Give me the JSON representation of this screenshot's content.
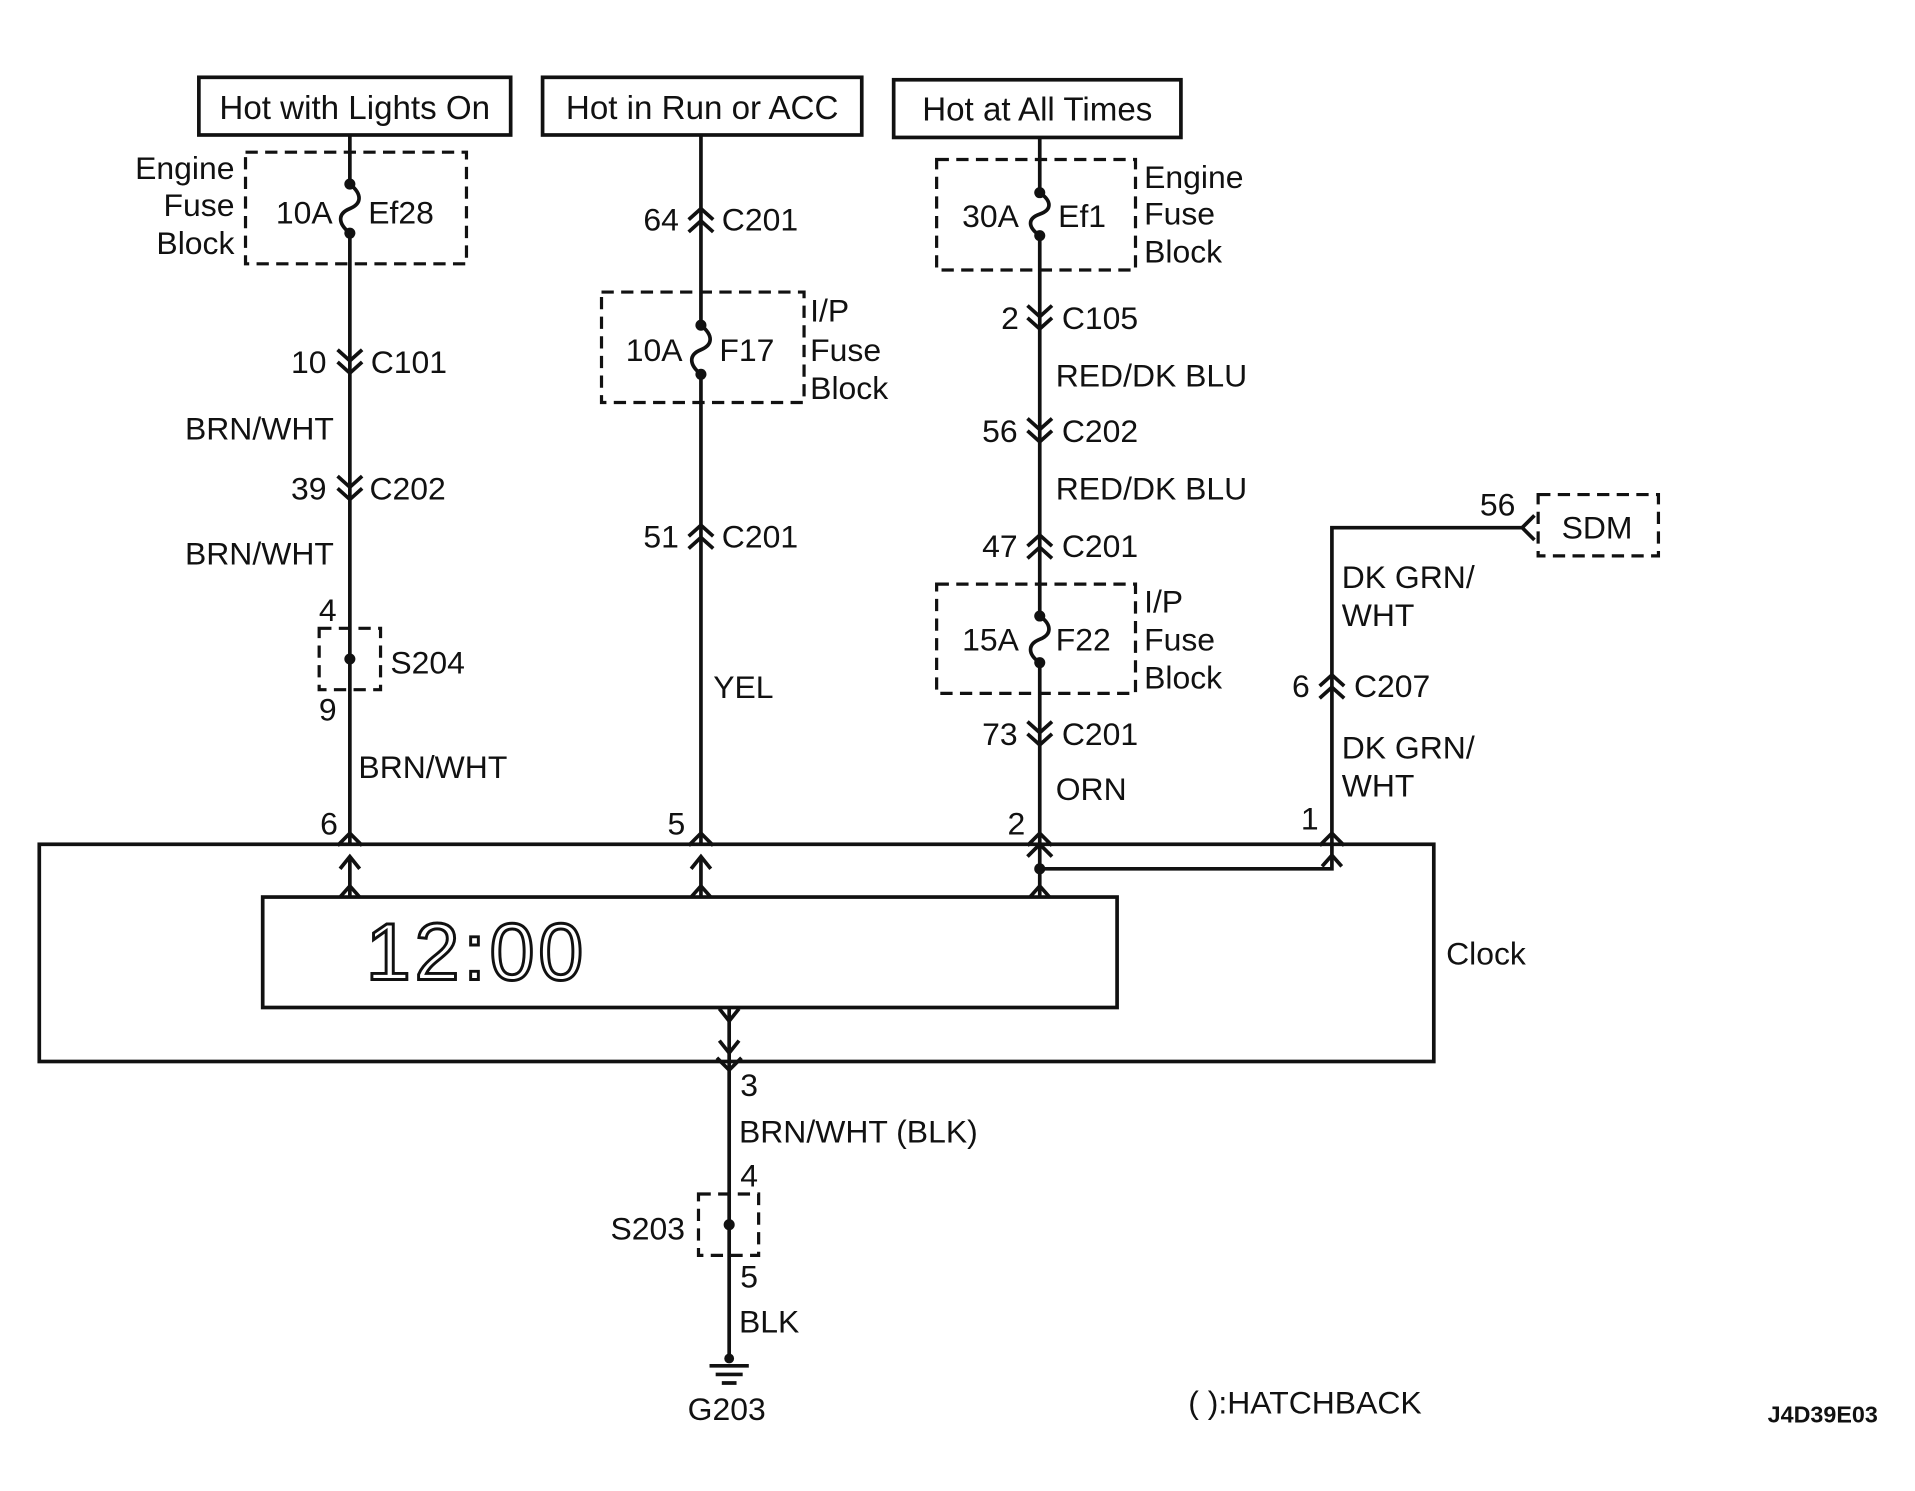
{
  "sources": {
    "lights": "Hot with Lights On",
    "run_acc": "Hot in Run or ACC",
    "all_times": "Hot at All Times"
  },
  "lights_circuit": {
    "fuse_block": {
      "line1": "Engine",
      "line2": "Fuse",
      "line3": "Block"
    },
    "fuse_rating": "10A",
    "fuse_id": "Ef28",
    "connector_1": {
      "pin": "10",
      "name": "C101"
    },
    "wire_1": "BRN/WHT",
    "connector_2": {
      "pin": "39",
      "name": "C202"
    },
    "wire_2": "BRN/WHT",
    "splice": {
      "name": "S204",
      "pin_in": "4",
      "pin_out": "9"
    },
    "wire_3": "BRN/WHT",
    "clock_pin": "6"
  },
  "run_acc_circuit": {
    "connector_1": {
      "pin": "64",
      "name": "C201"
    },
    "fuse_block": {
      "line1": "I/P",
      "line2": "Fuse",
      "line3": "Block"
    },
    "fuse_rating": "10A",
    "fuse_id": "F17",
    "connector_2": {
      "pin": "51",
      "name": "C201"
    },
    "wire": "YEL",
    "clock_pin": "5"
  },
  "battery_circuit": {
    "engine_fuse_block": {
      "line1": "Engine",
      "line2": "Fuse",
      "line3": "Block"
    },
    "engine_fuse_rating": "30A",
    "engine_fuse_id": "Ef1",
    "connector_1": {
      "pin": "2",
      "name": "C105"
    },
    "wire_1": "RED/DK BLU",
    "connector_2": {
      "pin": "56",
      "name": "C202"
    },
    "wire_2": "RED/DK BLU",
    "connector_3": {
      "pin": "47",
      "name": "C201"
    },
    "ip_fuse_block": {
      "line1": "I/P",
      "line2": "Fuse",
      "line3": "Block"
    },
    "ip_fuse_rating": "15A",
    "ip_fuse_id": "F22",
    "connector_4": {
      "pin": "73",
      "name": "C201"
    },
    "wire_3": "ORN",
    "clock_pin": "2"
  },
  "sdm_circuit": {
    "module": "SDM",
    "module_pin": "56",
    "wire_1": {
      "line1": "DK GRN/",
      "line2": "WHT"
    },
    "connector": {
      "pin": "6",
      "name": "C207"
    },
    "wire_2": {
      "line1": "DK GRN/",
      "line2": "WHT"
    },
    "clock_pin": "1"
  },
  "clock": {
    "label": "Clock",
    "display": "12:00"
  },
  "ground_circuit": {
    "clock_pin": "3",
    "wire_1": "BRN/WHT (BLK)",
    "splice": {
      "name": "S203",
      "pin_in": "4",
      "pin_out": "5"
    },
    "wire_2": "BLK",
    "ground": "G203"
  },
  "legend": "( ):HATCHBACK",
  "figure_id": "J4D39E03"
}
